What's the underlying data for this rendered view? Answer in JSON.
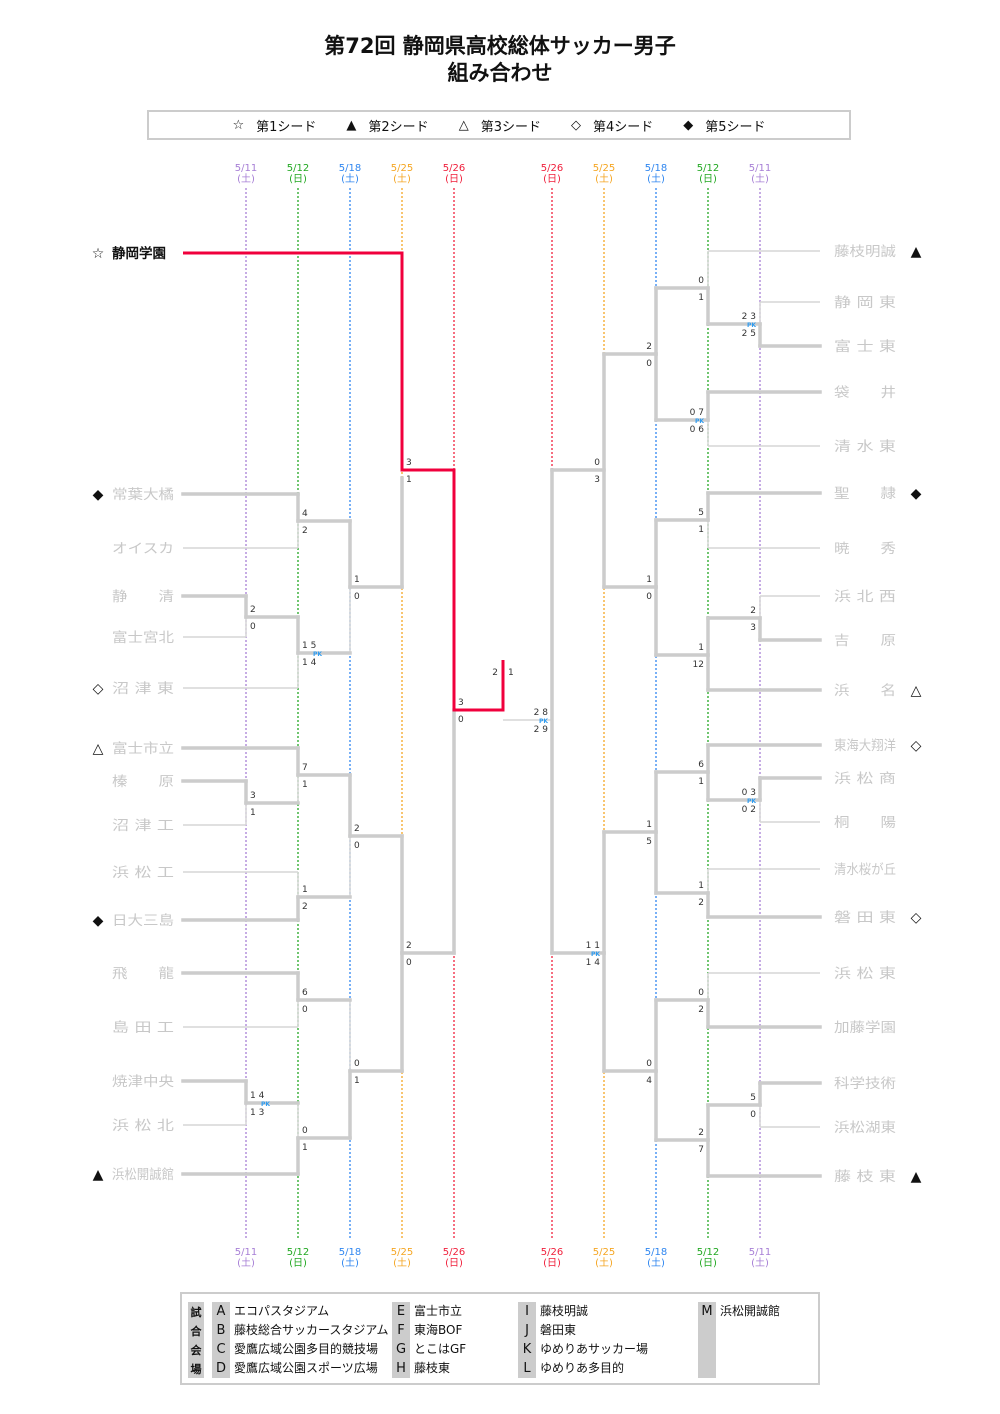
{
  "title": {
    "line1": "第72回 静岡県高校総体サッカー男子",
    "line2": "組み合わせ"
  },
  "legend": [
    {
      "mark": "☆",
      "label": "第1シード"
    },
    {
      "mark": "▲",
      "label": "第2シード"
    },
    {
      "mark": "△",
      "label": "第3シード"
    },
    {
      "mark": "◇",
      "label": "第4シード"
    },
    {
      "mark": "◆",
      "label": "第5シード"
    }
  ],
  "dates_left": [
    {
      "date": "5/11",
      "day": "(土)",
      "color": "#a77fd6"
    },
    {
      "date": "5/12",
      "day": "(日)",
      "color": "#22a822"
    },
    {
      "date": "5/18",
      "day": "(土)",
      "color": "#2f86f0"
    },
    {
      "date": "5/25",
      "day": "(土)",
      "color": "#f5a623"
    },
    {
      "date": "5/26",
      "day": "(日)",
      "color": "#f0203c"
    }
  ],
  "dates_right": [
    {
      "date": "5/26",
      "day": "(日)",
      "color": "#f0203c"
    },
    {
      "date": "5/25",
      "day": "(土)",
      "color": "#f5a623"
    },
    {
      "date": "5/18",
      "day": "(土)",
      "color": "#2f86f0"
    },
    {
      "date": "5/12",
      "day": "(日)",
      "color": "#22a822"
    },
    {
      "date": "5/11",
      "day": "(土)",
      "color": "#a77fd6"
    }
  ],
  "teams_left": [
    {
      "name": "静岡学園",
      "seed": "☆",
      "champion": true
    },
    {
      "name": "常葉大橘",
      "seed": "◆"
    },
    {
      "name": "オイスカ",
      "seed": ""
    },
    {
      "name": "静　　清",
      "seed": ""
    },
    {
      "name": "富士宮北",
      "seed": ""
    },
    {
      "name": "沼 津 東",
      "seed": "◇"
    },
    {
      "name": "富士市立",
      "seed": "△"
    },
    {
      "name": "榛　　原",
      "seed": ""
    },
    {
      "name": "沼 津 工",
      "seed": ""
    },
    {
      "name": "浜 松 工",
      "seed": ""
    },
    {
      "name": "日大三島",
      "seed": "◆"
    },
    {
      "name": "飛　　龍",
      "seed": ""
    },
    {
      "name": "島 田 工",
      "seed": ""
    },
    {
      "name": "焼津中央",
      "seed": ""
    },
    {
      "name": "浜 松 北",
      "seed": ""
    },
    {
      "name": "浜松開誠館",
      "seed": "▲"
    }
  ],
  "teams_right": [
    {
      "name": "藤枝明誠",
      "seed": "▲"
    },
    {
      "name": "静 岡 東",
      "seed": ""
    },
    {
      "name": "富 士 東",
      "seed": ""
    },
    {
      "name": "袋　　井",
      "seed": ""
    },
    {
      "name": "清 水 東",
      "seed": ""
    },
    {
      "name": "聖　　隷",
      "seed": "◆"
    },
    {
      "name": "暁　　秀",
      "seed": ""
    },
    {
      "name": "浜 北 西",
      "seed": ""
    },
    {
      "name": "吉　　原",
      "seed": ""
    },
    {
      "name": "浜　　名",
      "seed": "△"
    },
    {
      "name": "東海大翔洋",
      "seed": "◇"
    },
    {
      "name": "浜 松 商",
      "seed": ""
    },
    {
      "name": "桐　　陽",
      "seed": ""
    },
    {
      "name": "清水桜が丘",
      "seed": ""
    },
    {
      "name": "磐 田 東",
      "seed": "◇"
    },
    {
      "name": "浜 松 東",
      "seed": ""
    },
    {
      "name": "加藤学園",
      "seed": ""
    },
    {
      "name": "科学技術",
      "seed": ""
    },
    {
      "name": "浜松湖東",
      "seed": ""
    },
    {
      "name": "藤 枝 東",
      "seed": "▲"
    }
  ],
  "scores_left": [
    {
      "top": "3",
      "bottom": "1"
    },
    {
      "top": "3",
      "bottom": "0"
    },
    {
      "top": "4",
      "bottom": "2"
    },
    {
      "top": "1",
      "bottom": "0"
    },
    {
      "top": "2",
      "bottom": "0"
    },
    {
      "top": "1 5",
      "bottom": "1 4",
      "pk": "PK"
    },
    {
      "top": "7",
      "bottom": "1"
    },
    {
      "top": "2",
      "bottom": "0"
    },
    {
      "top": "3",
      "bottom": "1"
    },
    {
      "top": "1",
      "bottom": "2"
    },
    {
      "top": "2",
      "bottom": "0"
    },
    {
      "top": "6",
      "bottom": "0"
    },
    {
      "top": "1 4",
      "bottom": "1 3",
      "pk": "PK"
    },
    {
      "top": "0",
      "bottom": "1"
    },
    {
      "top": "0",
      "bottom": "1"
    }
  ],
  "scores_right": [
    {
      "top": "2 8",
      "bottom": "2 9",
      "pk": "PK"
    },
    {
      "top": "0",
      "bottom": "1"
    },
    {
      "top": "2 3",
      "bottom": "2 5",
      "pk": "PK"
    },
    {
      "top": "2",
      "bottom": "0"
    },
    {
      "top": "0 7",
      "bottom": "0 6",
      "pk": "PK"
    },
    {
      "top": "0",
      "bottom": "3"
    },
    {
      "top": "5",
      "bottom": "1"
    },
    {
      "top": "1",
      "bottom": "0"
    },
    {
      "top": "2",
      "bottom": "3"
    },
    {
      "top": "1",
      "bottom": "12"
    },
    {
      "top": "6",
      "bottom": "1"
    },
    {
      "top": "0 3",
      "bottom": "0 2",
      "pk": "PK"
    },
    {
      "top": "1",
      "bottom": "5"
    },
    {
      "top": "1",
      "bottom": "2"
    },
    {
      "top": "1 1",
      "bottom": "1 4",
      "pk": "PK"
    },
    {
      "top": "0",
      "bottom": "2"
    },
    {
      "top": "0",
      "bottom": "4"
    },
    {
      "top": "5",
      "bottom": "0"
    },
    {
      "top": "2",
      "bottom": "7"
    }
  ],
  "final_score": {
    "left": "2",
    "right": "1"
  },
  "colors": {
    "winner": "#f0003c",
    "bracket": "#cccccc",
    "team": "#c8c8c8",
    "pk": "#2f9cf0"
  },
  "venues": {
    "heading": [
      "試",
      "合",
      "会",
      "場"
    ],
    "columns": [
      [
        {
          "code": "A",
          "name": "エコパスタジアム"
        },
        {
          "code": "B",
          "name": "藤枝総合サッカースタジアム"
        },
        {
          "code": "C",
          "name": "愛鷹広域公園多目的競技場"
        },
        {
          "code": "D",
          "name": "愛鷹広域公園スポーツ広場"
        }
      ],
      [
        {
          "code": "E",
          "name": "富士市立"
        },
        {
          "code": "F",
          "name": "東海BOF"
        },
        {
          "code": "G",
          "name": "とこはGF"
        },
        {
          "code": "H",
          "name": "藤枝東"
        }
      ],
      [
        {
          "code": "I",
          "name": "藤枝明誠"
        },
        {
          "code": "J",
          "name": "磐田東"
        },
        {
          "code": "K",
          "name": "ゆめりあサッカー場"
        },
        {
          "code": "L",
          "name": "ゆめりあ多目的"
        }
      ],
      [
        {
          "code": "M",
          "name": "浜松開誠館"
        }
      ]
    ]
  }
}
